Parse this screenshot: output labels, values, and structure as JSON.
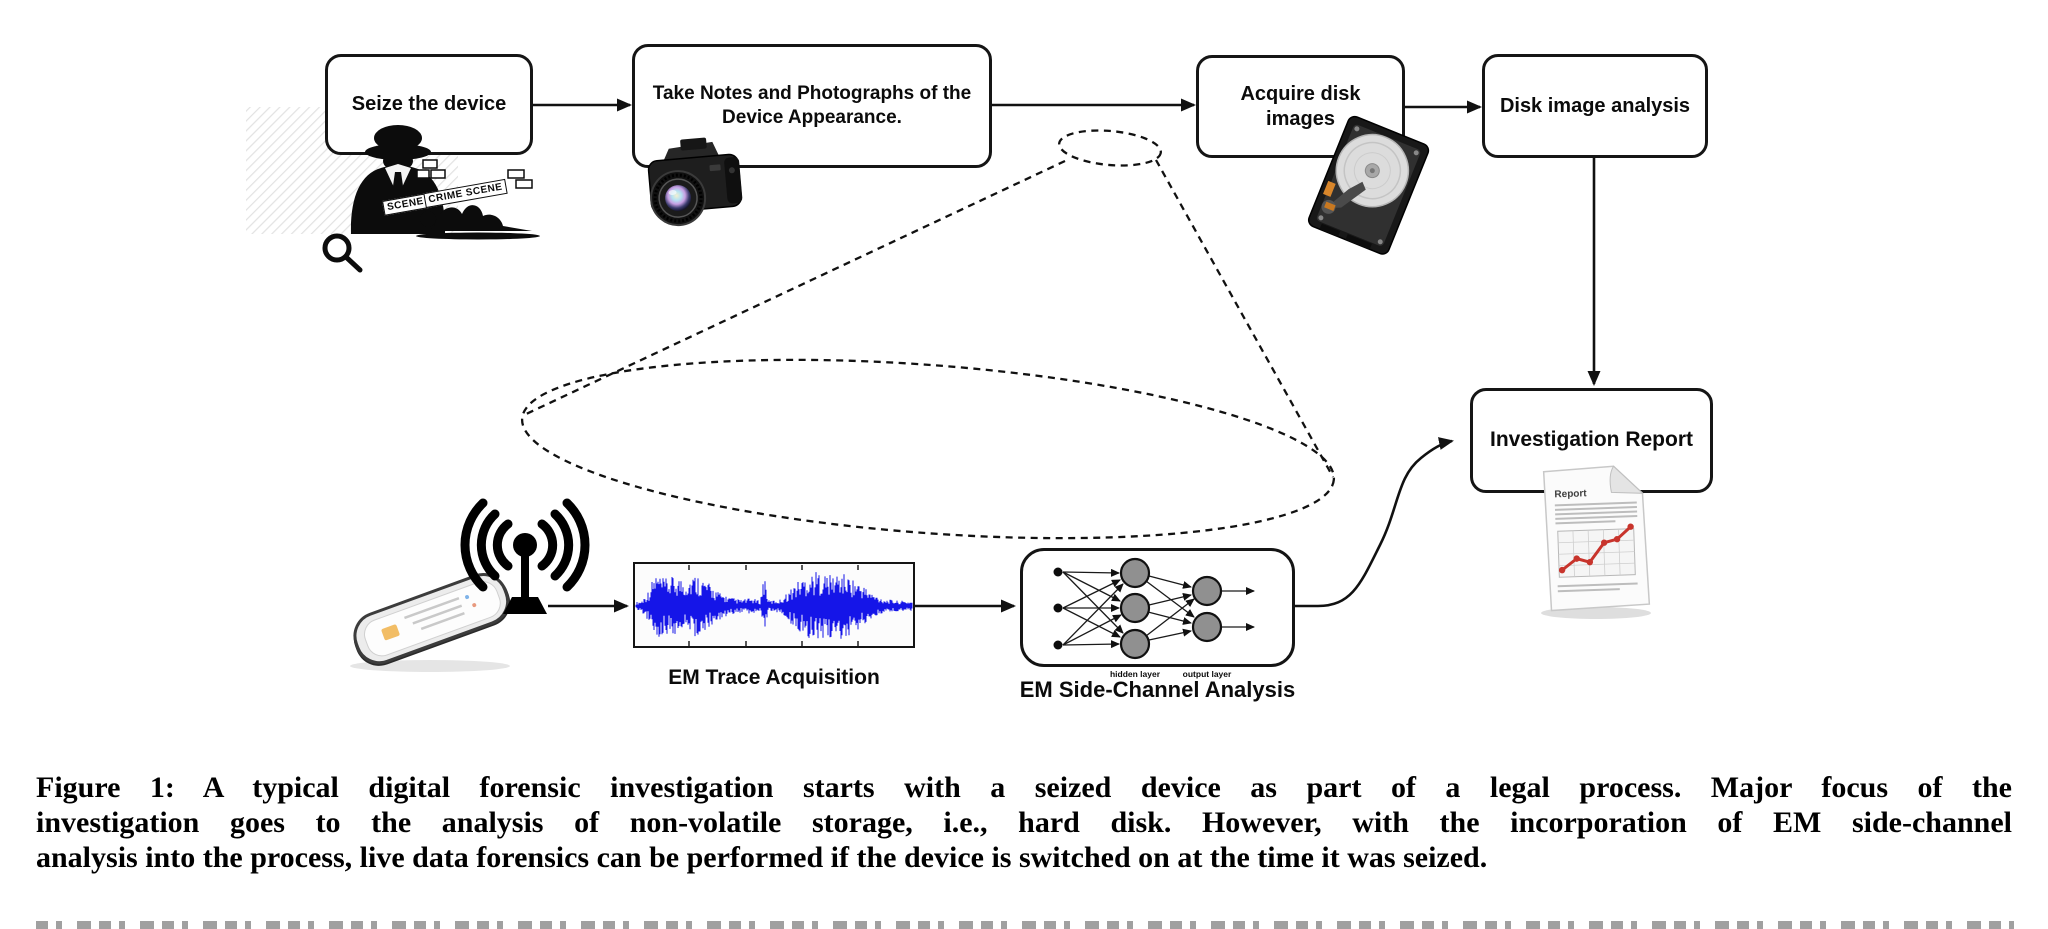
{
  "figure": {
    "flow_boxes": [
      {
        "id": "seize",
        "label": "Seize the device"
      },
      {
        "id": "take_notes",
        "label": "Take Notes and Photographs of the Device Appearance."
      },
      {
        "id": "acquire",
        "label": "Acquire disk images"
      },
      {
        "id": "disk_analysis",
        "label": "Disk image analysis"
      },
      {
        "id": "investigation_report",
        "label": "Investigation Report"
      }
    ],
    "em_labels": {
      "trace": "EM Trace Acquisition",
      "sca": "EM Side-Channel Analysis",
      "hidden_layer": "hidden layer",
      "output_layer": "output layer"
    },
    "crime_scene": {
      "tape_left": "SCENE",
      "tape_right": "CRIME SCENE"
    },
    "report_icon": {
      "title": "Report"
    },
    "icons": [
      "crime-scene-icon",
      "camera-icon",
      "hard-disk-icon",
      "smartphone-icon",
      "antenna-icon",
      "neural-network-icon",
      "em-waveform-icon",
      "report-document-icon"
    ],
    "colors": {
      "box_border": "#151515",
      "arrow_black": "#111111",
      "waveform_blue": "#1515e8",
      "nn_node_gray": "#909090",
      "report_line_red": "#c8342c",
      "hatch_gray": "#e2e2e2"
    }
  },
  "em_trace": {
    "envelope": [
      [
        0,
        0.1
      ],
      [
        0.02,
        0.13
      ],
      [
        0.045,
        0.4
      ],
      [
        0.07,
        0.85
      ],
      [
        0.1,
        0.68
      ],
      [
        0.14,
        0.75
      ],
      [
        0.18,
        0.7
      ],
      [
        0.22,
        0.82
      ],
      [
        0.26,
        0.6
      ],
      [
        0.3,
        0.35
      ],
      [
        0.34,
        0.22
      ],
      [
        0.38,
        0.16
      ],
      [
        0.42,
        0.2
      ],
      [
        0.45,
        0.13
      ],
      [
        0.465,
        0.88
      ],
      [
        0.48,
        0.14
      ],
      [
        0.52,
        0.16
      ],
      [
        0.55,
        0.35
      ],
      [
        0.58,
        0.6
      ],
      [
        0.62,
        0.8
      ],
      [
        0.66,
        0.88
      ],
      [
        0.7,
        0.78
      ],
      [
        0.74,
        0.86
      ],
      [
        0.78,
        0.72
      ],
      [
        0.82,
        0.55
      ],
      [
        0.86,
        0.3
      ],
      [
        0.9,
        0.18
      ],
      [
        0.94,
        0.14
      ],
      [
        1,
        0.12
      ]
    ]
  },
  "caption": {
    "lines": [
      "Figure 1: A typical digital forensic investigation starts with a seized device as part of a legal process. Major focus of the",
      "investigation goes to the analysis of non-volatile storage, i.e., hard disk. However, with the incorporation of EM side-channel",
      "analysis into the process, live data forensics can be performed if the device is switched on at the time it was seized."
    ]
  }
}
